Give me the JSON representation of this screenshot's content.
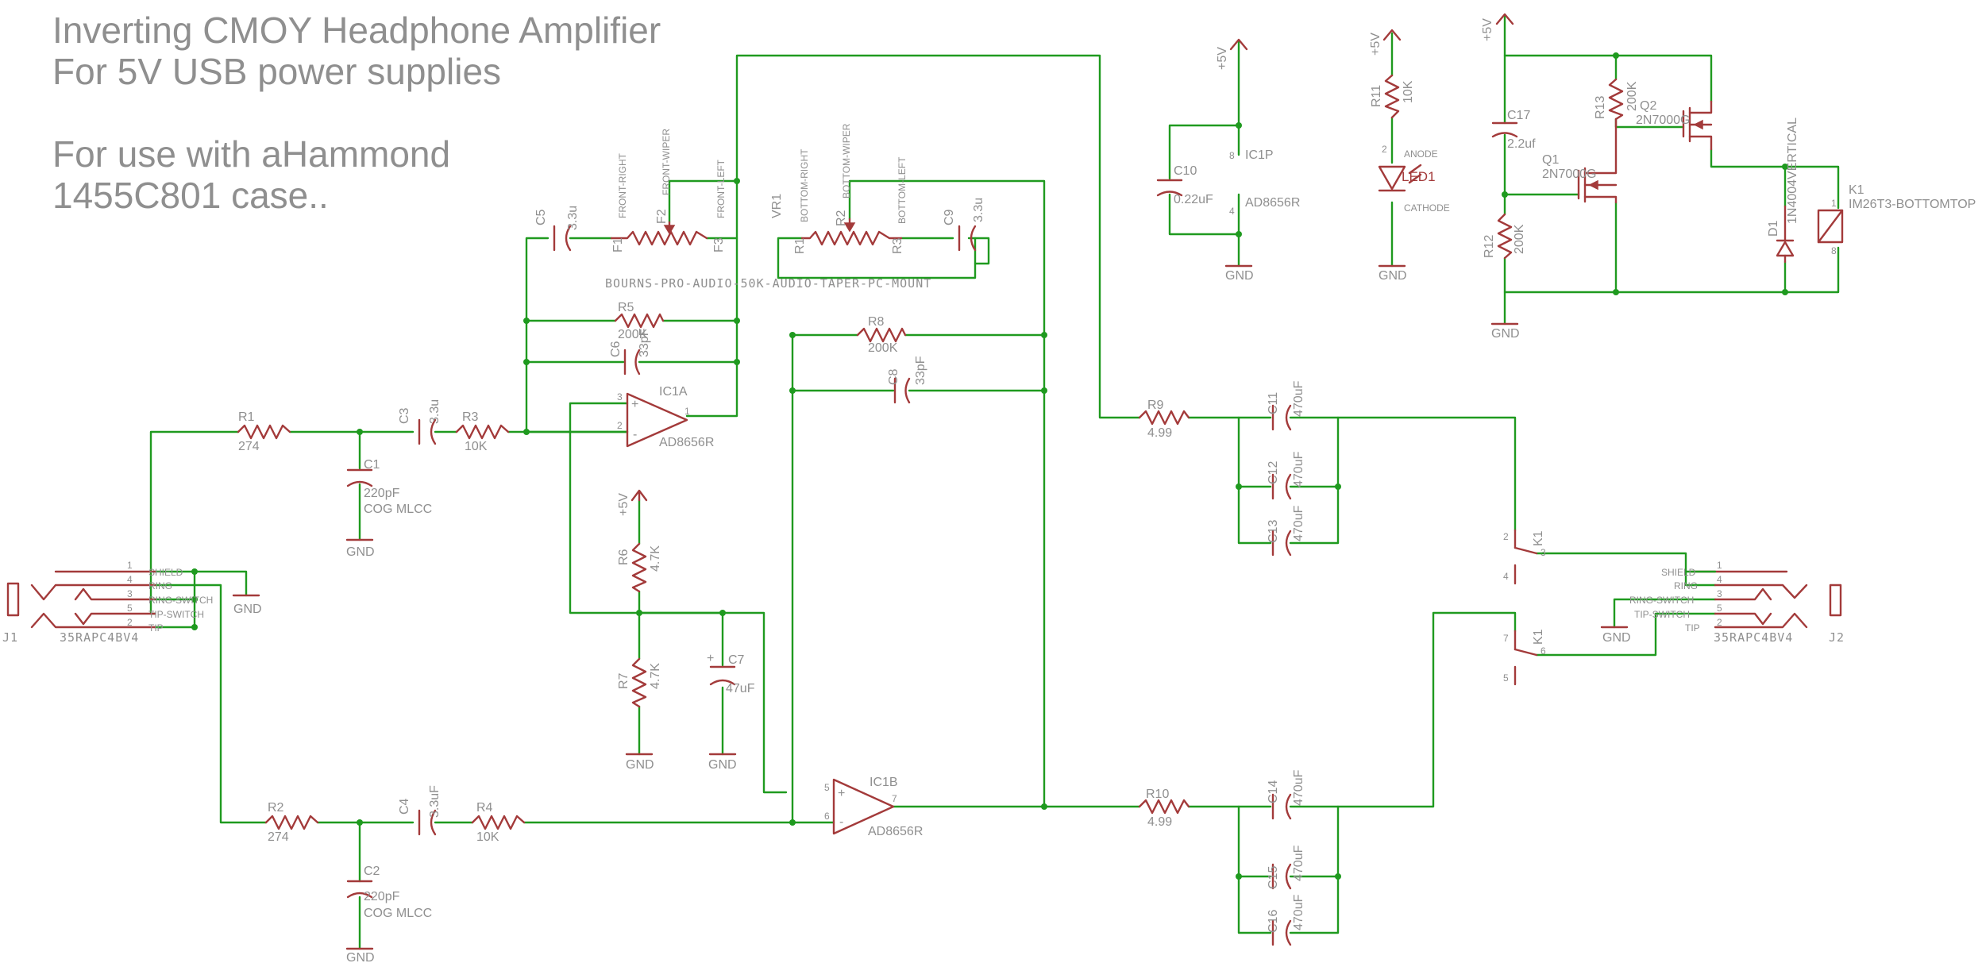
{
  "title_lines": [
    "Inverting CMOY Headphone Amplifier",
    "For 5V USB power supplies",
    "For use with aHammond",
    "1455C801 case.."
  ],
  "colors": {
    "wire": "#1f9a1f",
    "component": "#a33a3a",
    "label": "#8f8f8f"
  },
  "labels": {
    "R1": "R1",
    "R1v": "274",
    "R2": "R2",
    "R2v": "274",
    "C1": "C1",
    "C1v": "220pF",
    "C1m": "COG MLCC",
    "C2": "C2",
    "C2v": "220pF",
    "C2m": "COG MLCC",
    "C3": "C3",
    "C3v": "3.3u",
    "C4": "C4",
    "C4v": "3.3uF",
    "R3": "R3",
    "R3v": "10K",
    "R4": "R4",
    "R4v": "10K",
    "C5": "C5",
    "C5v": "3.3u",
    "R5": "R5",
    "R5v": "200K",
    "C6": "C6",
    "C6v": "33pF",
    "R8": "R8",
    "R8v": "200K",
    "C8": "C8",
    "C8v": "33pF",
    "C9": "C9",
    "C9v": "3.3u",
    "VR1": "VR1",
    "F1": "F1",
    "F2": "F2",
    "F3": "F3",
    "R1p": "R1",
    "R2p": "R2",
    "R3p": "R3",
    "front_right": "FRONT-RIGHT",
    "front_wiper": "FRONT-WIPER",
    "front_left": "FRONT-LEFT",
    "bottom_right": "BOTTOM-RIGHT",
    "bottom_wiper": "BOTTOM-WIPER",
    "bottom_left": "BOTTOM-LEFT",
    "pot_part": "BOURNS-PRO-AUDIO-50K-AUDIO-TAPER-PC-MOUNT",
    "IC1A": "IC1A",
    "IC1B": "IC1B",
    "IC1P": "IC1P",
    "ad8656r": "AD8656R",
    "R6": "R6",
    "R6v": "4.7K",
    "R7": "R7",
    "R7v": "4.7K",
    "C7": "C7",
    "C7v": "47uF",
    "plus5v": "+5V",
    "gnd": "GND",
    "C10": "C10",
    "C10v": "0.22uF",
    "R11": "R11",
    "R11v": "10K",
    "LED1": "LED1",
    "anode": "ANODE",
    "cathode": "CATHODE",
    "C17": "C17",
    "C17v": "2.2uf",
    "R13": "R13",
    "R13v": "200K",
    "R12": "R12",
    "R12v": "200K",
    "Q1": "Q1",
    "Q2": "Q2",
    "q_part": "2N7000G",
    "D1": "D1",
    "D1v": "1N4004VERTICAL",
    "K1": "K1",
    "K1v": "IM26T3-BOTTOMTOP",
    "R9": "R9",
    "R9v": "4.99",
    "R10": "R10",
    "R10v": "4.99",
    "C11": "C11",
    "C12": "C12",
    "C13": "C13",
    "C14": "C14",
    "C15": "C15",
    "C16": "C16",
    "cap470": "470uF",
    "J1": "J1",
    "J2": "J2",
    "jack_part": "35RAPC4BV4",
    "shield": "SHIELD",
    "ring": "RING",
    "ring_switch": "RING-SWITCH",
    "tip_switch": "TIP-SWITCH",
    "tip": "TIP",
    "n1": "1",
    "n2": "2",
    "n3": "3",
    "n4": "4",
    "n5": "5",
    "n6": "6",
    "n7": "7",
    "n8": "8",
    "plus": "+",
    "minus": "-"
  }
}
